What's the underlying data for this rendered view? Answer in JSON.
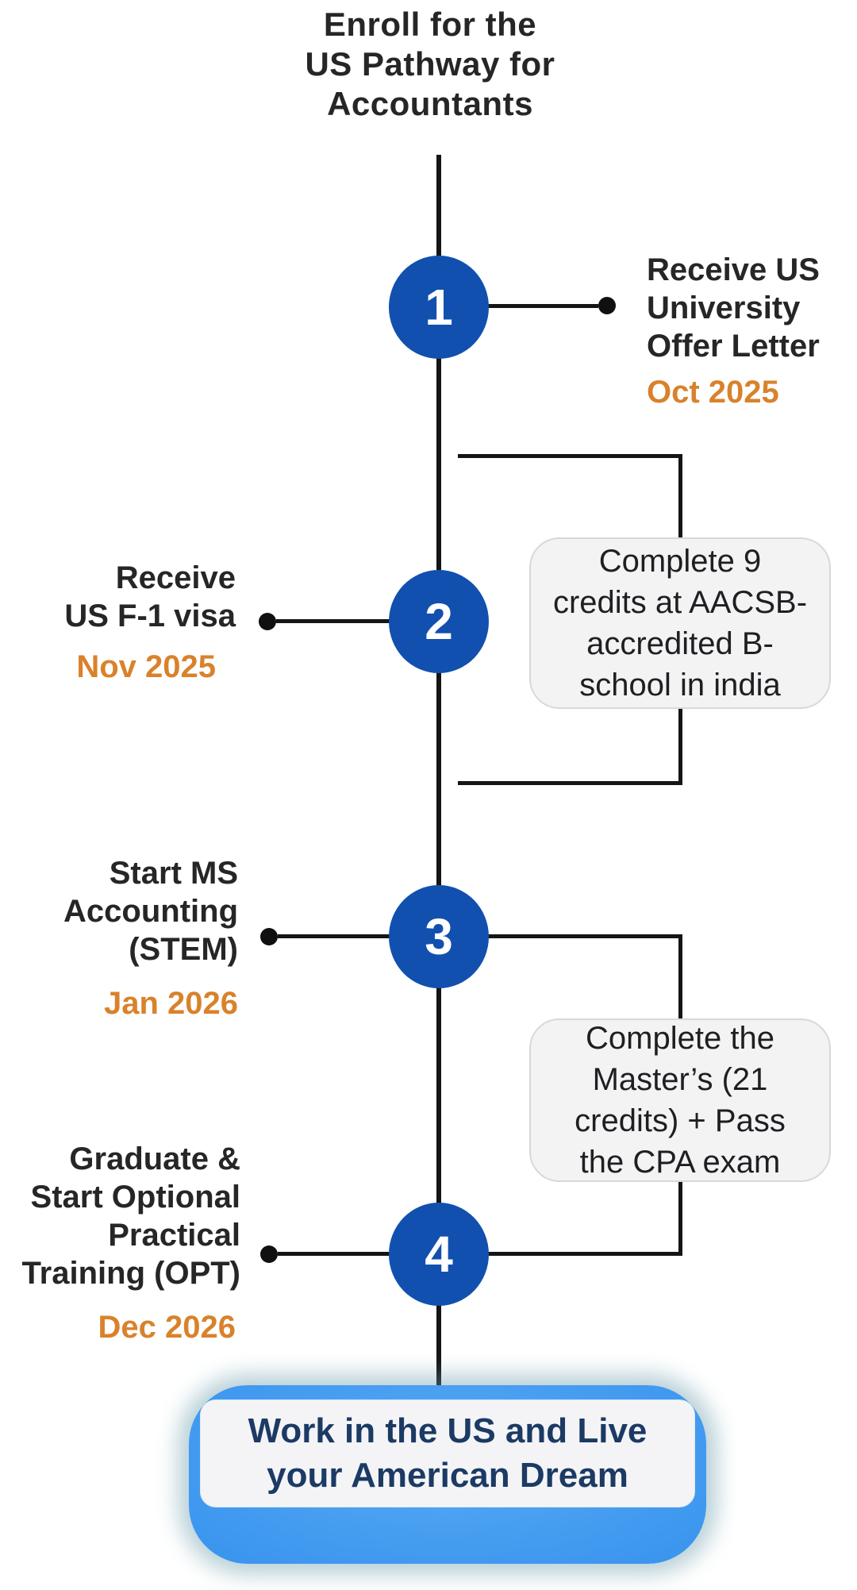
{
  "title": {
    "lines": [
      "Enroll for the",
      "US Pathway for",
      "Accountants"
    ]
  },
  "steps": [
    {
      "number": "1",
      "side": "right",
      "heading_lines": [
        "Receive US",
        "University",
        "Offer Letter"
      ],
      "date": "Oct 2025"
    },
    {
      "number": "2",
      "side": "left",
      "heading_lines": [
        "Receive",
        "US F-1 visa"
      ],
      "date": "Nov 2025"
    },
    {
      "number": "3",
      "side": "left",
      "heading_lines": [
        "Start MS",
        "Accounting",
        "(STEM)"
      ],
      "date": "Jan 2026"
    },
    {
      "number": "4",
      "side": "left",
      "heading_lines": [
        "Graduate &",
        "Start Optional",
        "Practical",
        "Training (OPT)"
      ],
      "date": "Dec 2026"
    }
  ],
  "callouts": [
    {
      "lines": [
        "Complete 9",
        "credits at AACSB-",
        "accredited B-",
        "school in india"
      ]
    },
    {
      "lines": [
        "Complete the",
        "Master’s (21",
        "credits) + Pass",
        "the CPA exam"
      ]
    }
  ],
  "footer": {
    "lines": [
      "Work in the US and Live",
      "your American Dream"
    ]
  },
  "colors": {
    "circle_blue": "#1150AE",
    "line_black": "#151515",
    "date_orange": "#D9822B",
    "heading_dark": "#262626",
    "callout_bg": "#F3F3F4",
    "callout_border": "#D8D8DB",
    "banner_blue": "#3A95EE",
    "banner_text_navy": "#1B3A64"
  }
}
